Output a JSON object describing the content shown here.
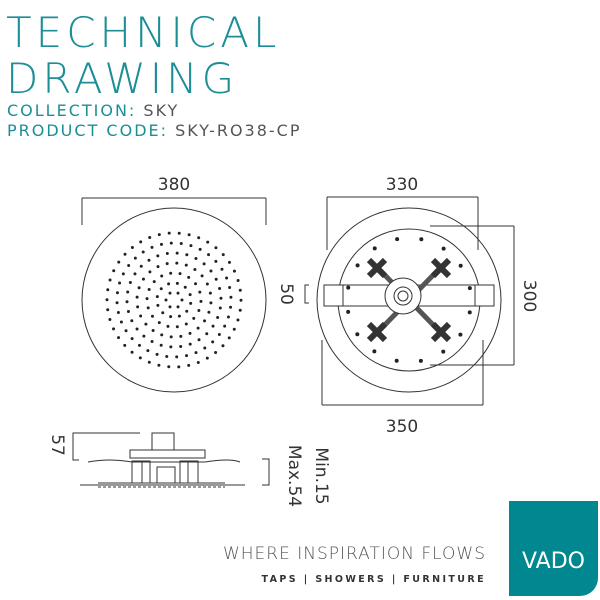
{
  "header": {
    "title_line1": "TECHNICAL",
    "title_line2": "DRAWING",
    "collection_label": "COLLECTION:",
    "collection_value": "SKY",
    "product_code_label": "PRODUCT CODE:",
    "product_code_value": "SKY-RO38-CP"
  },
  "dimensions": {
    "front_diameter": "380",
    "back_width": "330",
    "back_height": "300",
    "back_bar": "50",
    "back_bottom": "350",
    "side_height": "57",
    "side_min": "Min.15",
    "side_max": "Max.54"
  },
  "footer": {
    "tagline": "WHERE INSPIRATION FLOWS",
    "subtagline": "TAPS | SHOWERS | FURNITURE",
    "logo_text": "VADO"
  },
  "colors": {
    "brand": "#00878f",
    "title": "#1b8e96"
  }
}
